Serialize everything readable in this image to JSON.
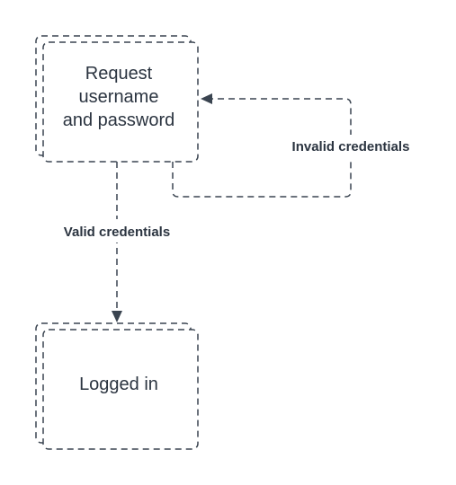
{
  "diagram": {
    "states": [
      {
        "id": "request",
        "lines": [
          "Request",
          "username",
          "and password"
        ]
      },
      {
        "id": "logged-in",
        "lines": [
          "Logged in"
        ]
      }
    ],
    "edges": [
      {
        "from": "request",
        "to": "logged-in",
        "label": "Valid credentials"
      },
      {
        "from": "request",
        "to": "request",
        "label": "Invalid credentials"
      }
    ]
  }
}
